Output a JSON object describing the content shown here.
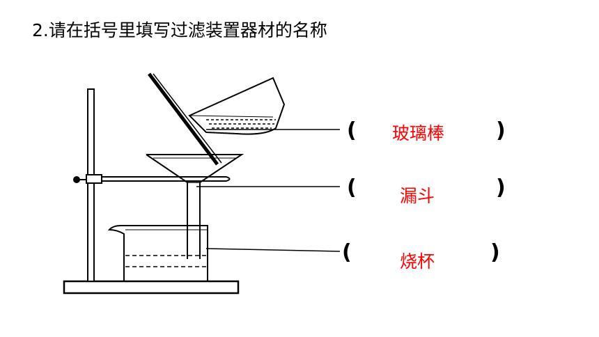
{
  "question": "2.请在括号里填写过滤装置器材的名称",
  "answers": [
    {
      "text": "玻璃棒",
      "icon": "glass-rod-icon"
    },
    {
      "text": "漏斗",
      "icon": "funnel-icon"
    },
    {
      "text": "烧杯",
      "icon": "beaker-icon"
    }
  ],
  "brackets": {
    "open": "(",
    "close": ")"
  },
  "colors": {
    "answer": "#ff0000",
    "line": "#000000"
  }
}
